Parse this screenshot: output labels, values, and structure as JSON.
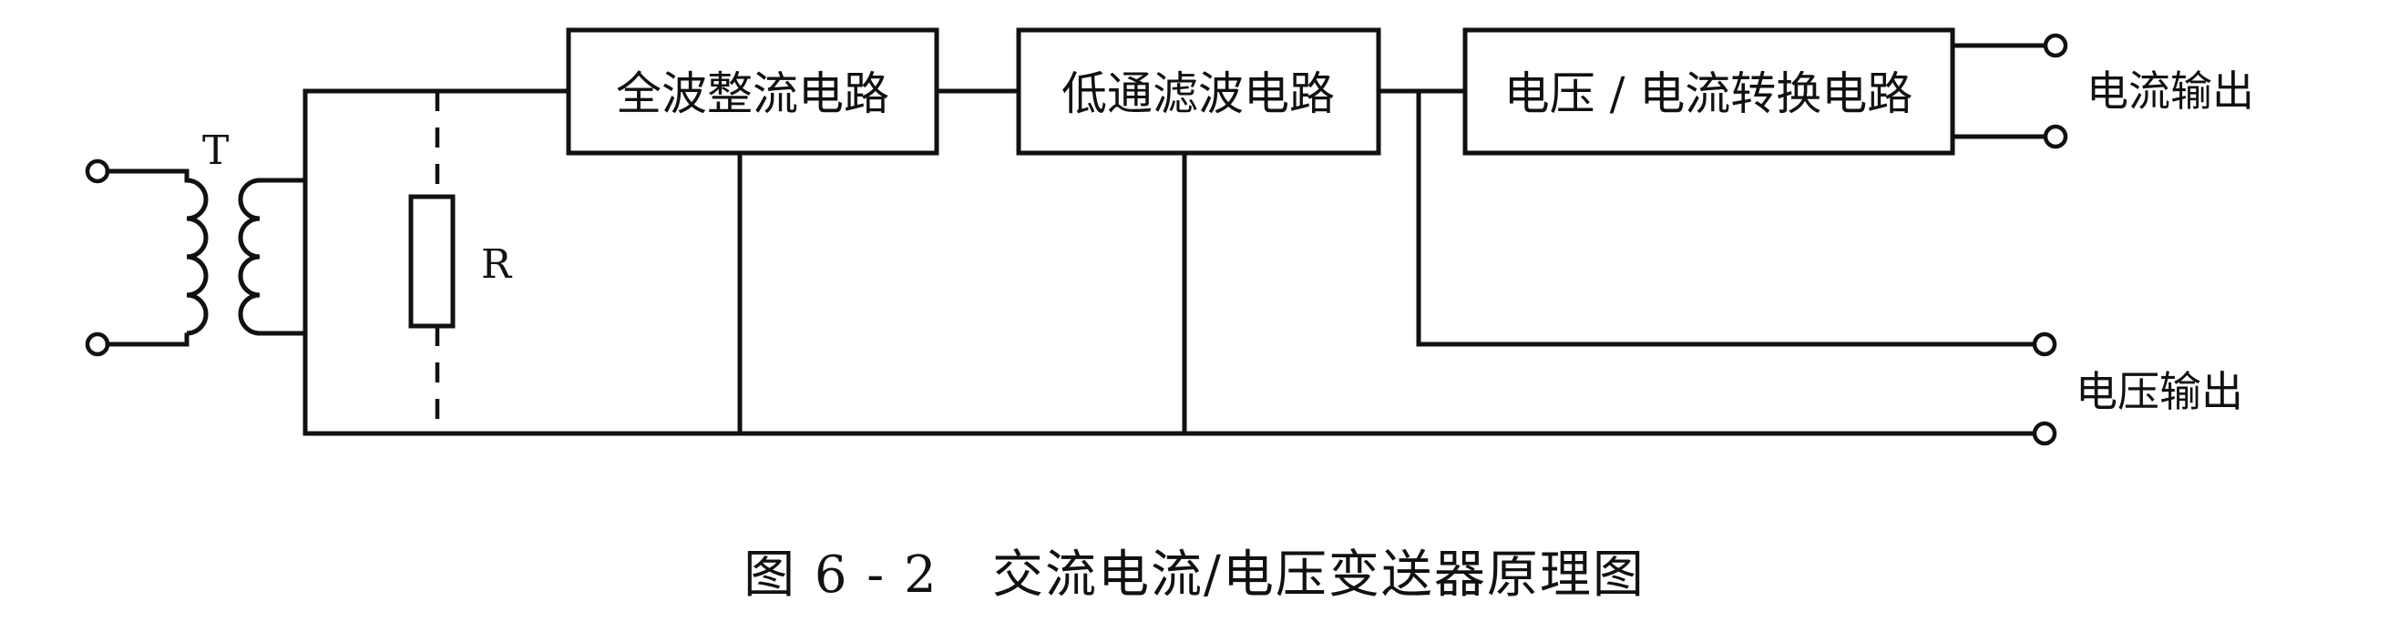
{
  "diagram": {
    "blocks": {
      "rectifier": "全波整流电路",
      "lowpass": "低通滤波电路",
      "converter": "电压 / 电流转换电路"
    },
    "components": {
      "transformer": "T",
      "resistor": "R"
    },
    "outputs": {
      "current": "电流输出",
      "voltage": "电压输出"
    }
  },
  "caption": "图 6 - 2   交流电流/电压变送器原理图"
}
